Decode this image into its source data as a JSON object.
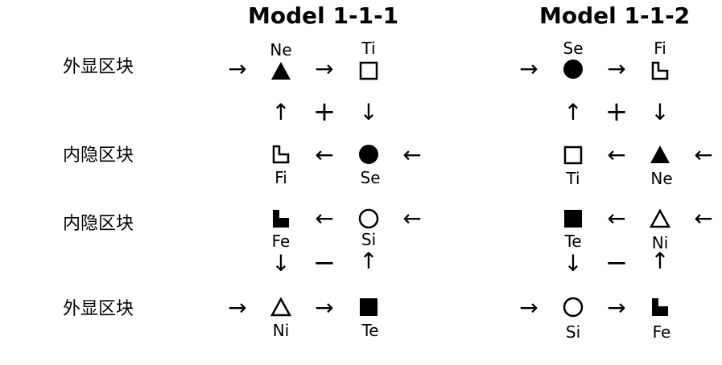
{
  "titles": {
    "model_a": "Model 1-1-1",
    "model_b": "Model 1-1-2"
  },
  "row_labels": {
    "row1": "外显区块",
    "row2": "内隐区块",
    "row3": "内隐区块",
    "row4": "外显区块"
  },
  "arrows": {
    "right": "→",
    "left": "←",
    "up": "↑",
    "down": "↓"
  },
  "operators": {
    "plus": "+",
    "minus": "−"
  },
  "model_a": {
    "r1_left": {
      "label": "Ne",
      "shape": "filled-triangle"
    },
    "r1_right": {
      "label": "Ti",
      "shape": "open-square"
    },
    "r2_left": {
      "label": "Fi",
      "shape": "open-L-shape"
    },
    "r2_right": {
      "label": "Se",
      "shape": "filled-circle"
    },
    "r3_left": {
      "label": "Fe",
      "shape": "filled-L-shape"
    },
    "r3_right": {
      "label": "Si",
      "shape": "open-circle"
    },
    "r4_left": {
      "label": "Ni",
      "shape": "open-triangle"
    },
    "r4_right": {
      "label": "Te",
      "shape": "filled-square"
    }
  },
  "model_b": {
    "r1_left": {
      "label": "Se",
      "shape": "filled-circle"
    },
    "r1_right": {
      "label": "Fi",
      "shape": "open-L-shape"
    },
    "r2_left": {
      "label": "Ti",
      "shape": "open-square"
    },
    "r2_right": {
      "label": "Ne",
      "shape": "filled-triangle"
    },
    "r3_left": {
      "label": "Te",
      "shape": "filled-square"
    },
    "r3_right": {
      "label": "Ni",
      "shape": "open-triangle"
    },
    "r4_left": {
      "label": "Si",
      "shape": "open-circle"
    },
    "r4_right": {
      "label": "Fe",
      "shape": "filled-L-shape"
    }
  }
}
